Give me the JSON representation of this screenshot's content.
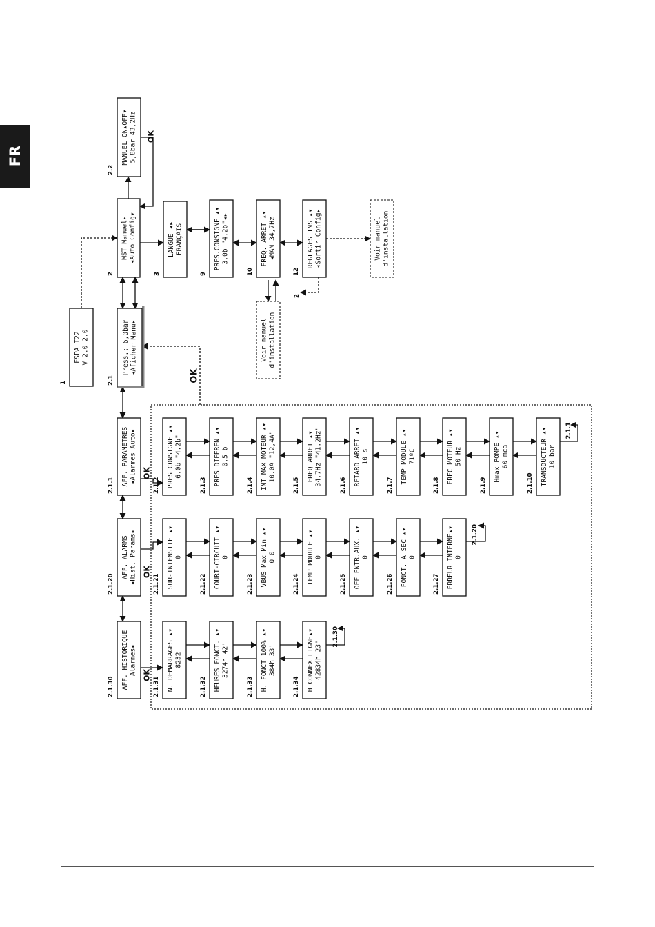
{
  "language_tab": "FR",
  "ok_label": "OK",
  "screens": [
    {
      "id": "n1",
      "label": "1",
      "lines": [
        "ESPA T22",
        "V 2.0 2.0"
      ]
    },
    {
      "id": "n2",
      "label": "2",
      "lines": [
        "MST Manuel▸",
        "◂Auto Config▾"
      ]
    },
    {
      "id": "n22",
      "label": "2.2",
      "lines": [
        "MANUEL ON▴OFF▾",
        "5,8bar 43,2Hz"
      ]
    },
    {
      "id": "n21",
      "label": "2.1",
      "lines": [
        "Press.: 6,0bar",
        "◂Aficher Menu▸"
      ]
    },
    {
      "id": "n3",
      "label": "3",
      "lines": [
        "LANGUE ◂▸",
        "FRANÇAIS"
      ]
    },
    {
      "id": "n9",
      "label": "9",
      "lines": [
        "PRES.CONSIGNE ▴▾",
        "3.0b \"4.2b\"◂▸"
      ]
    },
    {
      "id": "n10",
      "label": "10",
      "lines": [
        "FREQ. ARRET ▴▾",
        "◂MAN 34,7Hz"
      ]
    },
    {
      "id": "n12",
      "label": "12",
      "lines": [
        "REGLAGES INS ▴▾",
        "◂Sortir Config▸"
      ]
    },
    {
      "id": "n211",
      "label": "2.1.1",
      "lines": [
        "AFF. PARAMETRES",
        "◂Alarmes Auto▸"
      ]
    },
    {
      "id": "n2120",
      "label": "2.1.20",
      "lines": [
        "AFF. ALARMS",
        "◂Hist. Params▸"
      ]
    },
    {
      "id": "n2130",
      "label": "2.1.30",
      "lines": [
        "AFF. HISTORIQUE",
        "Alarmes▸"
      ]
    },
    {
      "id": "n212",
      "label": "2.1.2",
      "lines": [
        "PRES CONSIGNE ▴▾",
        "6.0b \"4.2b\""
      ]
    },
    {
      "id": "n213",
      "label": "2.1.3",
      "lines": [
        "PRES DIFEREN ▴▾",
        "0.5 b"
      ]
    },
    {
      "id": "n214",
      "label": "2.1.4",
      "lines": [
        "INT MAX MOTEUR ▴▾",
        "10.0A \"12,4A\""
      ]
    },
    {
      "id": "n215",
      "label": "2.1.5",
      "lines": [
        "FREQ ARRET ▴▾",
        "34.7Hz \"41.2Hz\""
      ]
    },
    {
      "id": "n216",
      "label": "2.1.6",
      "lines": [
        "RETARD ARRET ▴▾",
        "10 s"
      ]
    },
    {
      "id": "n217",
      "label": "2.1.7",
      "lines": [
        "TEMP MODULE ▴▾",
        "71ºC"
      ]
    },
    {
      "id": "n218",
      "label": "2.1.8",
      "lines": [
        "FREC MOTEUR ▴▾",
        "50 Hz"
      ]
    },
    {
      "id": "n219",
      "label": "2.1.9",
      "lines": [
        "Hmax POMPE ▴▾",
        "60 mca"
      ]
    },
    {
      "id": "n2110",
      "label": "2.1.10",
      "lines": [
        "TRANSDUCTEUR ▴▾",
        "10 bar"
      ]
    },
    {
      "id": "n2121",
      "label": "2.1.21",
      "lines": [
        "SUR-INTENSITE ▴▾",
        "0"
      ]
    },
    {
      "id": "n2122",
      "label": "2.1.22",
      "lines": [
        "COURT-CIRCUIT ▴▾",
        "0"
      ]
    },
    {
      "id": "n2123",
      "label": "2.1.23",
      "lines": [
        "VBUS Max Min ▴▾",
        "0 0"
      ]
    },
    {
      "id": "n2124",
      "label": "2.1.24",
      "lines": [
        "TEMP MODULE ▴▾",
        "0"
      ]
    },
    {
      "id": "n2125",
      "label": "2.1.25",
      "lines": [
        "OFF ENTR.AUX. ▴▾",
        "0"
      ]
    },
    {
      "id": "n2126",
      "label": "2.1.26",
      "lines": [
        "FONCT. A SEC ▴▾",
        "0"
      ]
    },
    {
      "id": "n2127",
      "label": "2.1.27",
      "lines": [
        "ERREUR INTERNE▴▾",
        "0"
      ]
    },
    {
      "id": "n2131",
      "label": "2.1.31",
      "lines": [
        "N. DEMARRAGES ▴▾",
        "8232"
      ]
    },
    {
      "id": "n2132",
      "label": "2.1.32",
      "lines": [
        "HEURES FONCT. ▴▾",
        "3274h 42'"
      ]
    },
    {
      "id": "n2133",
      "label": "2.1.33",
      "lines": [
        "H. FONCT 100% ▴▾",
        "384h 33'"
      ]
    },
    {
      "id": "n2134",
      "label": "2.1.34",
      "lines": [
        "H CONNEX LIGNE▴▾",
        "42834h 23'"
      ]
    }
  ],
  "notes": [
    {
      "id": "note-left",
      "lines": [
        "Voir manuel",
        "d'installation"
      ]
    },
    {
      "id": "note-right",
      "lines": [
        "Voir manuel",
        "d'installation"
      ]
    }
  ],
  "return_labels": [
    {
      "id": "ret-2",
      "text": "2"
    },
    {
      "id": "ret-211",
      "text": "2.1.1"
    },
    {
      "id": "ret-2120",
      "text": "2.1.20"
    },
    {
      "id": "ret-2130",
      "text": "2.1.30"
    }
  ]
}
